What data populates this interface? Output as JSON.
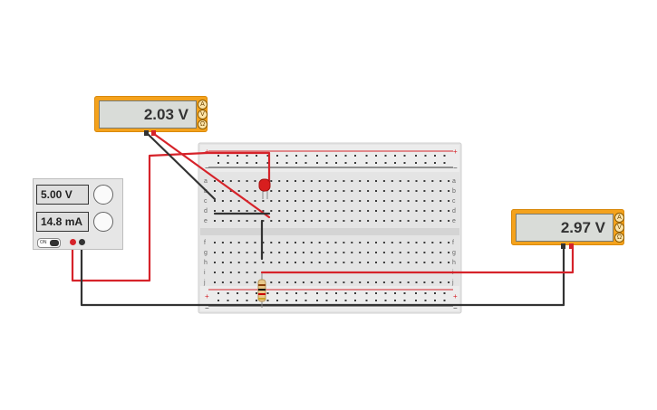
{
  "meters": {
    "top": {
      "reading": "2.03 V",
      "buttons": [
        "A",
        "V",
        "Ω"
      ]
    },
    "right": {
      "reading": "2.97 V",
      "buttons": [
        "A",
        "V",
        "Ω"
      ]
    }
  },
  "power_supply": {
    "voltage": "5.00 V",
    "current": "14.8 mA",
    "switch_label": "ON"
  },
  "breadboard": {
    "row_letters_top": [
      "a",
      "b",
      "c",
      "d",
      "e"
    ],
    "row_letters_bottom": [
      "f",
      "g",
      "h",
      "i",
      "j"
    ],
    "rail_plus": "+",
    "rail_minus": "−"
  },
  "colors": {
    "meter_body": "#f4a21c",
    "wire_red": "#d6232a",
    "wire_black": "#333333",
    "breadboard": "#e4e4e4",
    "led": "#d81e1e"
  },
  "icons": [
    "multimeter",
    "power-supply",
    "led",
    "resistor",
    "breadboard"
  ]
}
